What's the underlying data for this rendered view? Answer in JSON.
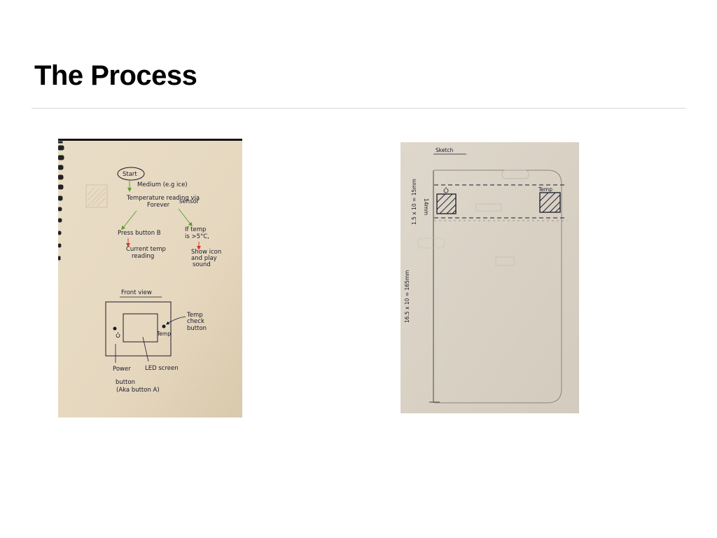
{
  "slide": {
    "title": "The Process"
  },
  "left_sketch": {
    "flow": {
      "start": "Start",
      "medium": "Medium (e.g ice)",
      "reading_line1": "Temperature reading via",
      "reading_line2": "Forever",
      "reading_line3": "sensor",
      "branch_left": "Press button B",
      "branch_left_result_line1": "Current temp",
      "branch_left_result_line2": "reading",
      "branch_right_line1": "If temp",
      "branch_right_line2": "is >5°C,",
      "branch_right_result_line1": "Show icon",
      "branch_right_result_line2": "and play",
      "branch_right_result_line3": "sound"
    },
    "front_view": {
      "heading": "Front view",
      "temp_check_line1": "Temp",
      "temp_check_line2": "check",
      "temp_check_line3": "button",
      "temp_label": "Temp",
      "led_label": "LED screen",
      "power_line1": "Power",
      "power_line2": "button",
      "power_line3": "(Aka button A)"
    }
  },
  "right_sketch": {
    "heading": "Sketch",
    "dim_top_line1": "1.5 x 10 = 15mm",
    "dim_top_line2": "14mm",
    "dim_side": "16.5 x 10 = 165mm",
    "temp_label": "Temp"
  },
  "colors": {
    "paper_left": "#e8dcc6",
    "paper_right": "#ddd6ca",
    "ink": "#1a1a2a",
    "green_arrow": "#5aa02c",
    "red_arrow": "#d23a2a"
  }
}
